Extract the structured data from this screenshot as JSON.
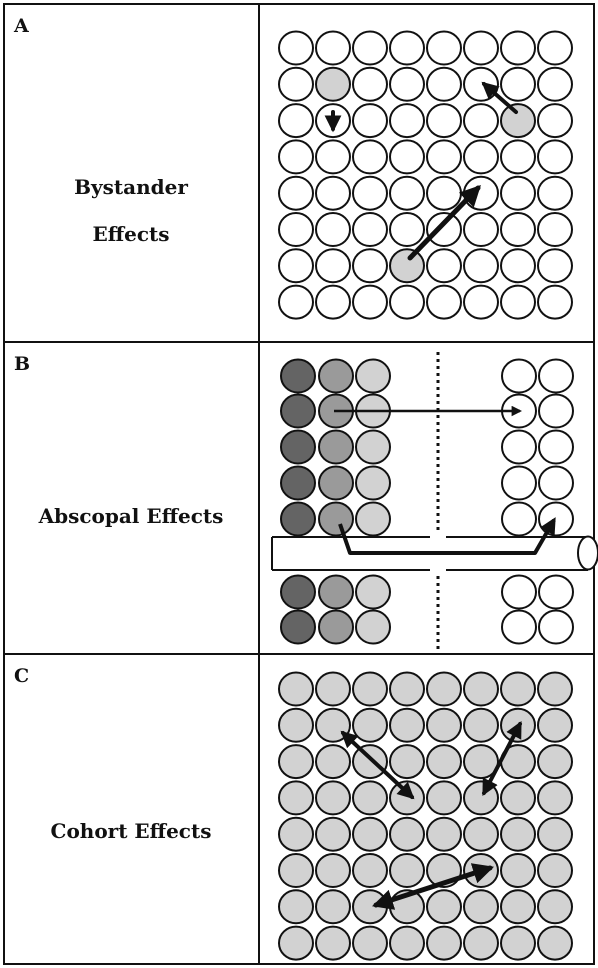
{
  "panels": [
    {
      "letter": "A",
      "title_lines": [
        "Bystander",
        "Effects"
      ]
    },
    {
      "letter": "B",
      "title_lines": [
        "Abscopal Effects"
      ]
    },
    {
      "letter": "C",
      "title_lines": [
        "Cohort Effects"
      ]
    }
  ],
  "colors": {
    "border": "#111111",
    "cell_outline": "#111111",
    "cell_white": "#ffffff",
    "cell_light_gray": "#d2d2d2",
    "cell_medium_gray": "#9a9a9a",
    "cell_dark_gray": "#646464",
    "arrow": "#111111"
  }
}
